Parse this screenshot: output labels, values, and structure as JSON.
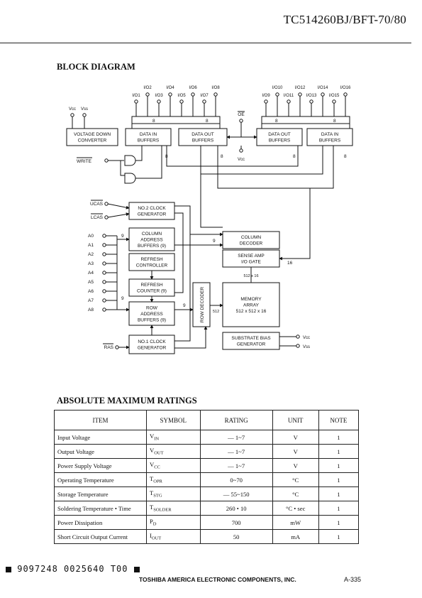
{
  "header": {
    "part_number": "TC514260BJ/BFT-70/80"
  },
  "block_diagram": {
    "title": "BLOCK DIAGRAM",
    "labels": {
      "vcc": "Vcc",
      "vss": "Vss",
      "voltage_down_converter": [
        "VOLTAGE DOWN",
        "CONVERTER"
      ],
      "data_in_buffers": [
        "DATA IN",
        "BUFFERS"
      ],
      "data_out_buffers": [
        "DATA OUT",
        "BUFFERS"
      ],
      "oe": "OE",
      "write": "WRITE",
      "ucas": "UCAS",
      "lcas": "LCAS",
      "ras": "RAS",
      "clock2": [
        "NO.2 CLOCK",
        "GENERATOR"
      ],
      "clock1": [
        "NO.1 CLOCK",
        "GENERATOR"
      ],
      "column_address_buffers": [
        "COLUMN",
        "ADDRESS",
        "BUFFERS (9)"
      ],
      "refresh_controller": [
        "REFRESH",
        "CONTROLLER"
      ],
      "refresh_counter": [
        "REFRESH",
        "COUNTER (9)"
      ],
      "row_address_buffers": [
        "ROW",
        "ADDRESS",
        "BUFFERS (9)"
      ],
      "row_decoder": "ROW DECODER",
      "column_decoder": [
        "COLUMN",
        "DECODER"
      ],
      "sense_amp": [
        "SENSE AMP",
        "I/O GATE"
      ],
      "memory_array": [
        "MEMORY",
        "ARRAY",
        "512 x 512 x 16"
      ],
      "substrate_bias": [
        "SUBSTRATE BIAS",
        "GENERATOR"
      ],
      "bus_512x16": "512 x 16",
      "bus_512": "512",
      "addr_pins": [
        "A0",
        "A1",
        "A2",
        "A3",
        "A4",
        "A5",
        "A6",
        "A7",
        "A8"
      ],
      "io_top_left": [
        "I/O2",
        "I/O4",
        "I/O6",
        "I/O8"
      ],
      "io_bottom_left": [
        "I/O1",
        "I/O3",
        "I/O5",
        "I/O7"
      ],
      "io_top_right": [
        "I/O10",
        "I/O12",
        "I/O14",
        "I/O16"
      ],
      "io_bottom_right": [
        "I/O9",
        "I/O11",
        "I/O13",
        "I/O15"
      ],
      "bus_8": "8",
      "bus_9": "9",
      "bus_16": "16"
    }
  },
  "ratings": {
    "title": "ABSOLUTE MAXIMUM RATINGS",
    "columns": [
      "ITEM",
      "SYMBOL",
      "RATING",
      "UNIT",
      "NOTE"
    ],
    "rows": [
      {
        "item": "Input Voltage",
        "sym": "V",
        "sub": "IN",
        "rating": "— 1~7",
        "unit": "V",
        "note": "1"
      },
      {
        "item": "Output Voltage",
        "sym": "V",
        "sub": "OUT",
        "rating": "— 1~7",
        "unit": "V",
        "note": "1"
      },
      {
        "item": "Power Supply Voltage",
        "sym": "V",
        "sub": "CC",
        "rating": "— 1~7",
        "unit": "V",
        "note": "1"
      },
      {
        "item": "Operating Temperature",
        "sym": "T",
        "sub": "OPR",
        "rating": "0~70",
        "unit": "°C",
        "note": "1"
      },
      {
        "item": "Storage Temperature",
        "sym": "T",
        "sub": "STG",
        "rating": "— 55~150",
        "unit": "°C",
        "note": "1"
      },
      {
        "item": "Soldering Temperature • Time",
        "sym": "T",
        "sub": "SOLDER",
        "rating": "260 • 10",
        "unit": "°C • sec",
        "note": "1"
      },
      {
        "item": "Power Dissipation",
        "sym": "P",
        "sub": "D",
        "rating": "700",
        "unit": "mW",
        "note": "1"
      },
      {
        "item": "Short Circuit Output Current",
        "sym": "I",
        "sub": "OUT",
        "rating": "50",
        "unit": "mA",
        "note": "1"
      }
    ]
  },
  "footer": {
    "code": "9097248 0025640 T00",
    "company": "TOSHIBA AMERICA ELECTRONIC COMPONENTS, INC.",
    "page": "A-335"
  }
}
